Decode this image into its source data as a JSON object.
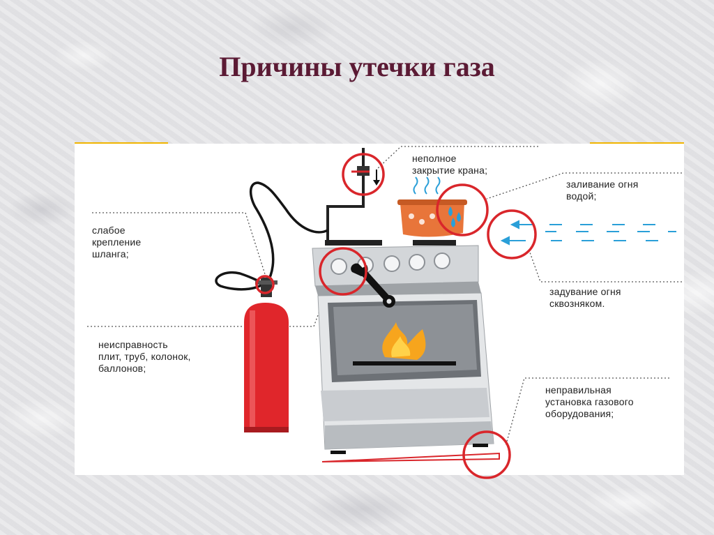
{
  "slide": {
    "title": "Причины утечки газа"
  },
  "labels": {
    "tap_incomplete": "неполное\nзакрытие крана;",
    "flooding_fire": "заливание огня\nводой;",
    "weak_hose": "слабое\nкрепление\nшланга;",
    "blowing_out": "задувание огня\nсквозняком.",
    "faulty_equipment": "неисправность\nплит, труб, колонок,\nбаллонов;",
    "wrong_installation": "неправильная\nустановка газового\nоборудования;"
  },
  "colors": {
    "title": "#5b1a34",
    "highlight_circle": "#d9262b",
    "cylinder": "#e0262b",
    "flame": "#f5a623",
    "wind": "#2a9fd8",
    "accent": "#f0b400"
  },
  "icons": [
    "gas-cylinder-icon",
    "gas-stove-icon",
    "pot-icon",
    "wrench-icon",
    "flame-icon",
    "gas-valve-icon",
    "wind-arrows-icon"
  ]
}
